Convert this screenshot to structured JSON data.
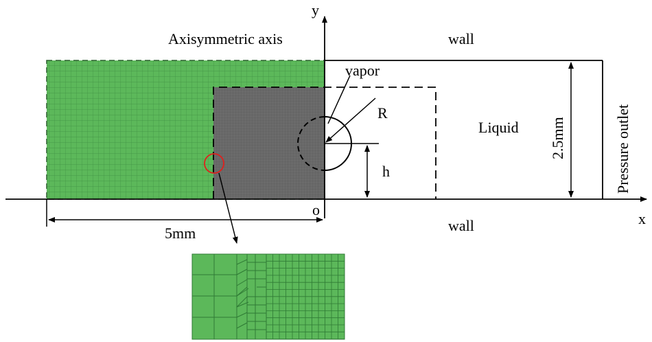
{
  "labels": {
    "y_axis": "y",
    "x_axis": "x",
    "axis": "Axisymmetric axis",
    "wall_top": "wall",
    "wall_bottom": "wall",
    "vapor": "vapor",
    "radius": "R",
    "liquid": "Liquid",
    "height": "2.5mm",
    "pressure_outlet": "Pressure outlet",
    "h": "h",
    "origin": "o",
    "width": "5mm"
  },
  "colors": {
    "mesh_green": "#5cb85a",
    "mesh_line": "#2f7a35",
    "refined_gray": "#6b6b6b",
    "marker_red": "#e0201c"
  }
}
